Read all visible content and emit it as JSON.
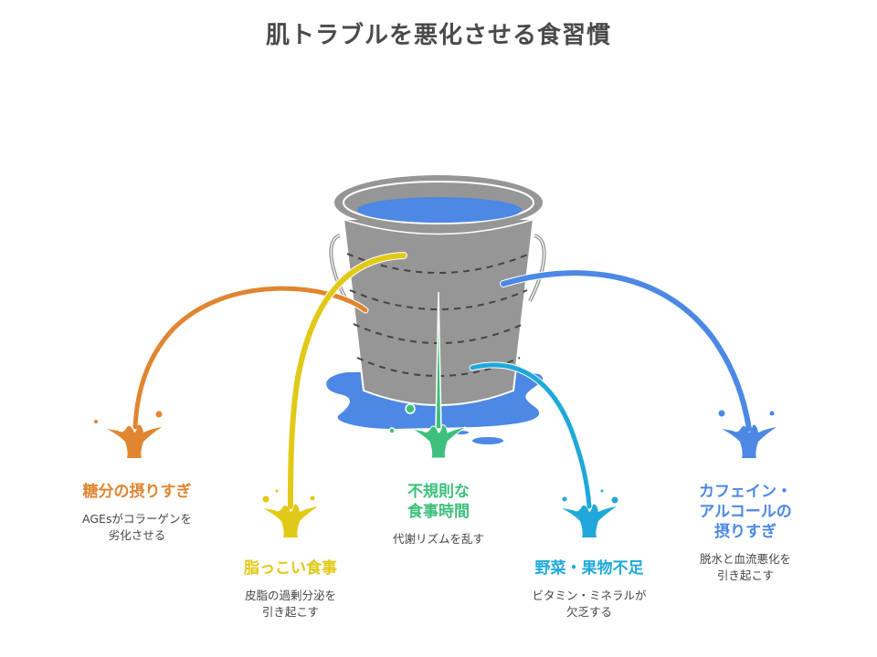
{
  "title": "肌トラブルを悪化させる食習慣",
  "colors": {
    "bucket": "#969696",
    "bucket_outline": "#ffffff",
    "dashes": "#444444",
    "water": "#4c88e4",
    "orange": "#e08530",
    "yellow": "#e1c917",
    "green": "#3dc07c",
    "cyan": "#1fa9d9",
    "blue": "#4c88e4"
  },
  "items": [
    {
      "id": "sugar",
      "title": "糖分の摂りすぎ",
      "description": "AGEsがコラーゲンを\n劣化させる",
      "color": "orange"
    },
    {
      "id": "fat",
      "title": "脂っこい食事",
      "description": "皮脂の過剰分泌を\n引き起こす",
      "color": "yellow"
    },
    {
      "id": "irregular",
      "title": "不規則な\n食事時間",
      "description": "代謝リズムを乱す",
      "color": "green"
    },
    {
      "id": "veg",
      "title": "野菜・果物不足",
      "description": "ビタミン・ミネラルが\n欠乏する",
      "color": "cyan"
    },
    {
      "id": "caffeine",
      "title": "カフェイン・\nアルコールの\n摂りすぎ",
      "description": "脱水と血流悪化を\n引き起こす",
      "color": "blue"
    }
  ]
}
